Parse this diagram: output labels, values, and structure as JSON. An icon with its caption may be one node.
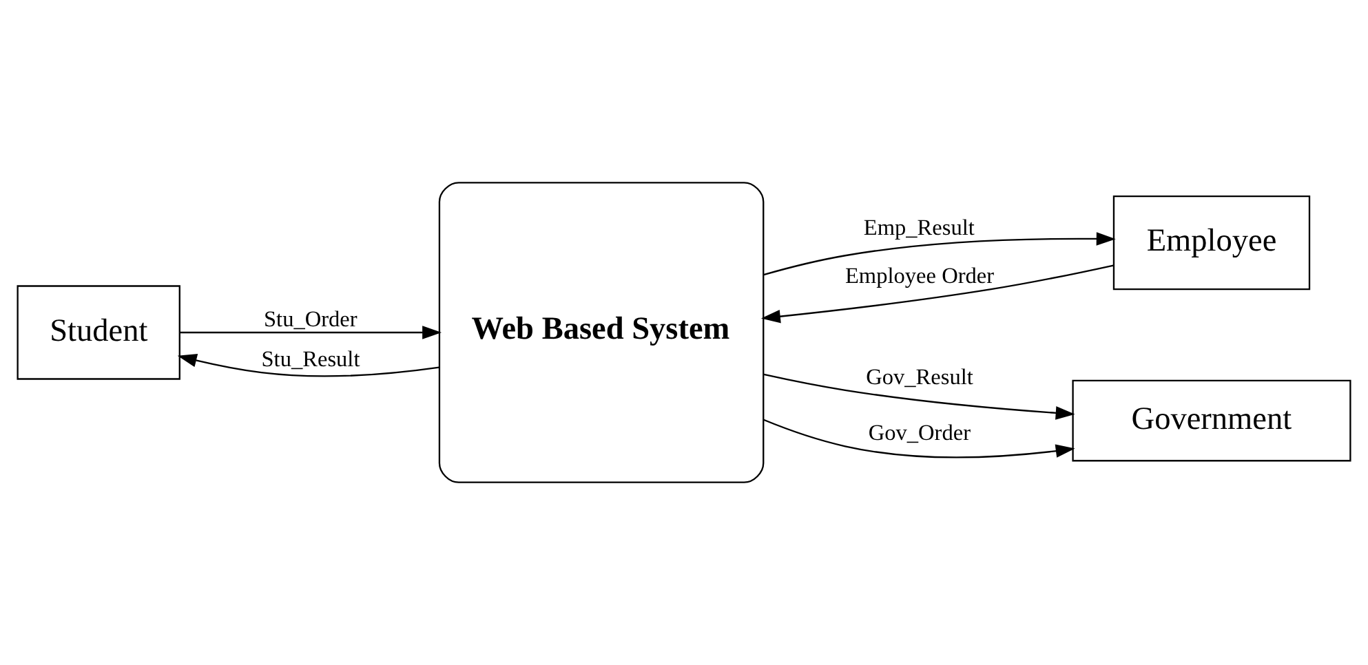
{
  "diagram": {
    "nodes": [
      {
        "text": [
          "Student"
        ]
      },
      {
        "text": [
          "Web Based System"
        ]
      },
      {
        "text": [
          "Employee"
        ]
      },
      {
        "text": [
          "Government"
        ]
      }
    ],
    "edges": [
      {
        "from": 0,
        "to": 1,
        "arrow": "to",
        "label": "Stu_Order"
      },
      {
        "from": 1,
        "to": 0,
        "arrow": "to",
        "label": "Stu_Result"
      },
      {
        "from": 2,
        "to": 1,
        "arrow": "to",
        "label": "Employee Order"
      },
      {
        "from": 1,
        "to": 2,
        "arrow": "to",
        "label": "Emp_Result"
      },
      {
        "from": 1,
        "to": 3,
        "arrow": "to",
        "label": "Gov_Result"
      },
      {
        "from": 1,
        "to": 3,
        "arrow": "to",
        "label": "Gov_Order"
      }
    ]
  }
}
